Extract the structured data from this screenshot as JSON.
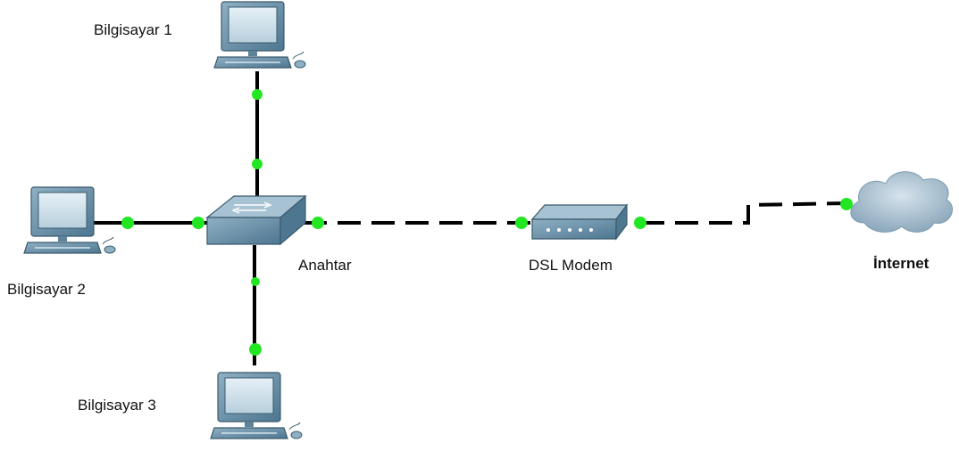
{
  "nodes": {
    "pc1": {
      "label": "Bilgisayar 1",
      "icon": "desktop-computer-icon"
    },
    "pc2": {
      "label": "Bilgisayar 2",
      "icon": "desktop-computer-icon"
    },
    "pc3": {
      "label": "Bilgisayar 3",
      "icon": "desktop-computer-icon"
    },
    "switch": {
      "label": "Anahtar",
      "icon": "network-switch-icon"
    },
    "modem": {
      "label": "DSL Modem",
      "icon": "dsl-modem-icon"
    },
    "internet": {
      "label": "İnternet",
      "icon": "cloud-icon"
    }
  },
  "links": [
    {
      "from": "pc1",
      "to": "switch",
      "style": "solid"
    },
    {
      "from": "pc2",
      "to": "switch",
      "style": "solid"
    },
    {
      "from": "pc3",
      "to": "switch",
      "style": "solid"
    },
    {
      "from": "switch",
      "to": "modem",
      "style": "dashed"
    },
    {
      "from": "modem",
      "to": "internet",
      "style": "dashed"
    }
  ],
  "colors": {
    "link": "#000000",
    "port": "#22e622",
    "device_body": "#6f95ad",
    "screen": "#cfe2ec",
    "cloud": "#a9c2d3"
  }
}
